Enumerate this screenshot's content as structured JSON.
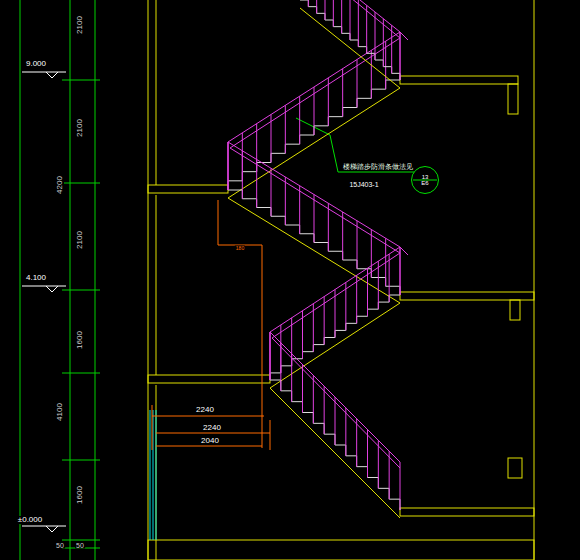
{
  "diagram": {
    "nodes": [
      {
        "text": [
          "13",
          "E6"
        ]
      }
    ],
    "labels": [
      "2100",
      "9.000",
      "2100",
      "4200",
      "2100",
      "4.100",
      "1600",
      "4100",
      "1600",
      "±0.000",
      "50",
      "50",
      "180",
      "2240",
      "2240",
      "2040",
      "楼梯踏步防滑条做法见",
      "15J403-1"
    ]
  }
}
